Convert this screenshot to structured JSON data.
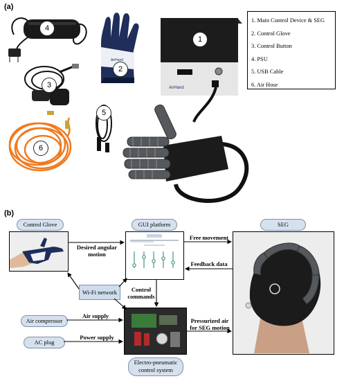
{
  "panels": {
    "a": "(a)",
    "b": "(b)"
  },
  "legend": {
    "items": [
      "1. Main Control Device & SEG",
      "2. Control Glove",
      "3. Control Button",
      "4. PSU",
      "5. USB Cable",
      "6. Air Hose"
    ]
  },
  "badges": [
    "1",
    "2",
    "3",
    "4",
    "5",
    "6"
  ],
  "device": {
    "brand": "AirHand"
  },
  "diagram": {
    "nodes": {
      "control_glove": "Control Glove",
      "gui_platform": "GUI platform",
      "seg": "SEG",
      "wifi": "Wi-Fi network",
      "air_compressor": "Air compressor",
      "ac_plug": "AC plug",
      "electro_pneumatic": "Electro-pneumatic control system"
    },
    "edges": {
      "desired_motion": "Desired angular motion",
      "free_movement": "Free movement",
      "feedback_data": "Feedback data",
      "control_commands": "Control commands",
      "air_supply": "Air supply",
      "power_supply": "Power supply",
      "pressurized_air": "Pressurized air for SEG motion"
    }
  },
  "colors": {
    "pill_fill": "#d7e1ee",
    "hose_orange": "#f07a1e",
    "glove_navy": "#1f2e5a",
    "seg_grey": "#55585c"
  }
}
